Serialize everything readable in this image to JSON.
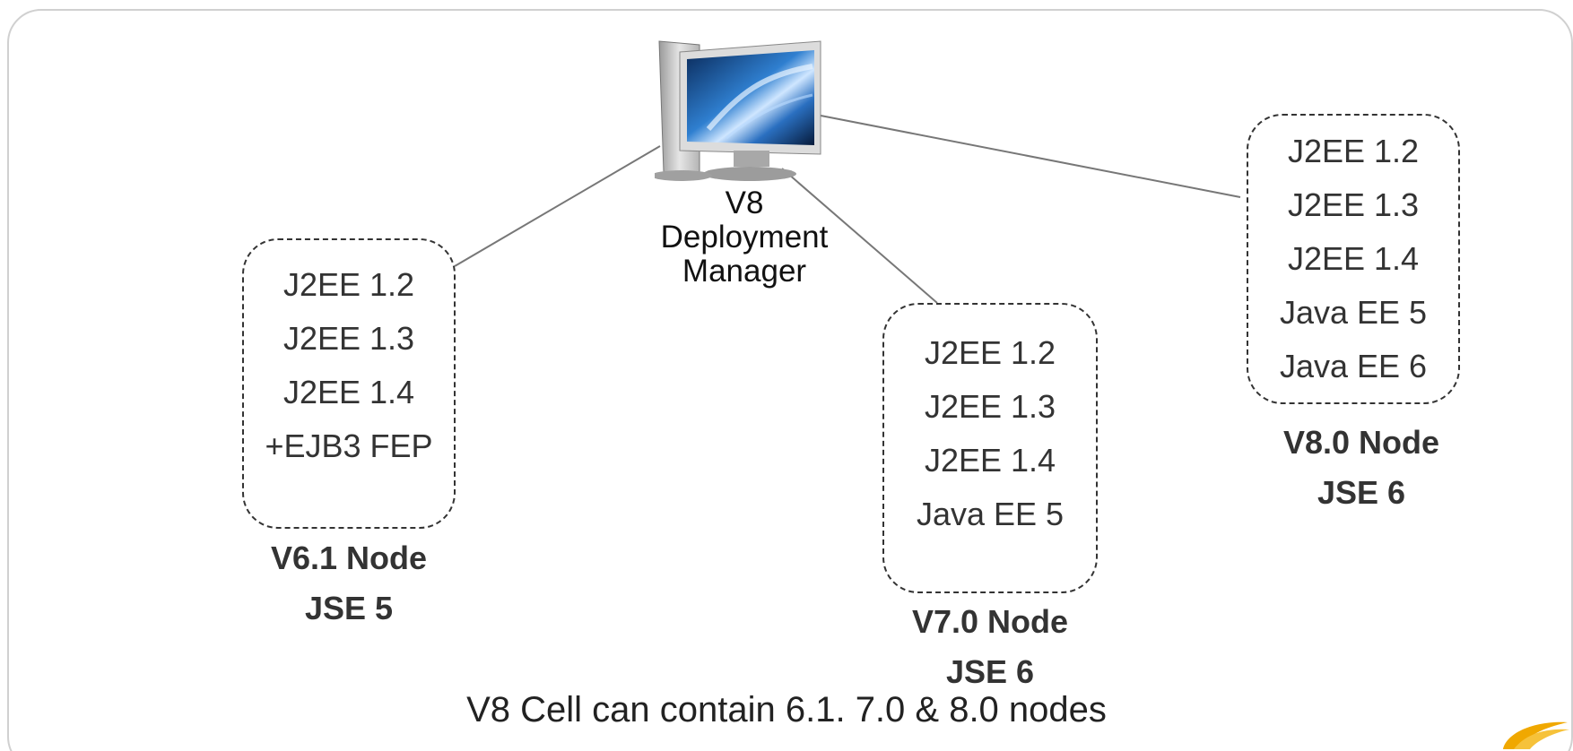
{
  "deployment_manager": {
    "icon": "computer-monitor-icon",
    "line1": "V8",
    "line2": "Deployment",
    "line3": "Manager"
  },
  "nodes": [
    {
      "items": [
        "J2EE 1.2",
        "J2EE 1.3",
        "J2EE 1.4",
        "+EJB3 FEP"
      ],
      "name": "V6.1 Node",
      "jse": "JSE 5"
    },
    {
      "items": [
        "J2EE 1.2",
        "J2EE 1.3",
        "J2EE 1.4",
        "Java EE 5"
      ],
      "name": "V7.0 Node",
      "jse": "JSE 6"
    },
    {
      "items": [
        "J2EE 1.2",
        "J2EE 1.3",
        "J2EE 1.4",
        "Java EE 5",
        "Java EE 6"
      ],
      "name": "V8.0 Node",
      "jse": "JSE 6"
    }
  ],
  "caption": "V8 Cell can contain 6.1. 7.0 & 8.0 nodes",
  "colors": {
    "text": "#333333",
    "frame": "#d0d0d0",
    "logo": "#f0a800"
  }
}
